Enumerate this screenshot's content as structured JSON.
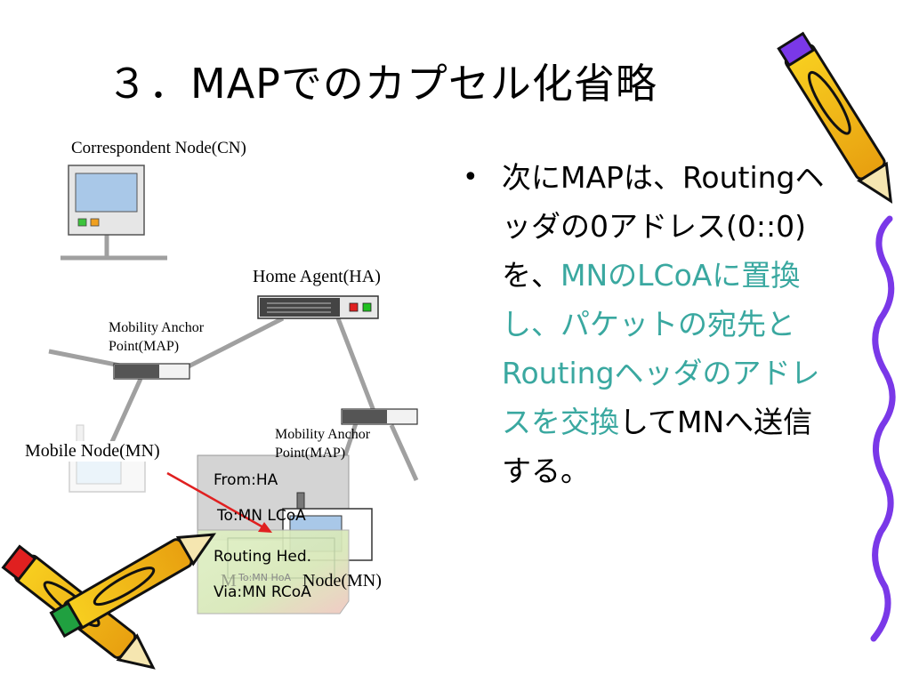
{
  "slide": {
    "title": "３．MAPでのカプセル化省略"
  },
  "diagram": {
    "cn_label": "Correspondent Node(CN)",
    "ha_label": "Home Agent(HA)",
    "map1_label_line1": "Mobility Anchor",
    "map1_label_line2": "Point(MAP)",
    "map2_label_line1": "Mobility Anchor",
    "map2_label_line2": "Point(MAP)",
    "mn_label": "Mobile Node(MN)",
    "mn_label2": "Node(MN)",
    "mn_label2_prefix": "M"
  },
  "packet": {
    "from": "From:HA",
    "to": "To:MN LCoA",
    "routing_header": "Routing Hed.",
    "via": "Via:MN RCoA",
    "inner_to": "To:MN HoA"
  },
  "bullet": {
    "part1": "次にMAPは、Routingヘッダの0アドレス(0::0)を、",
    "part2_teal": "MNのLCoAに置換し、パケットの宛先とRoutingヘッダのアドレスを交換",
    "part3": "してMNへ送信する。"
  },
  "colors": {
    "teal": "#3aa8a0",
    "line_gray": "#999999",
    "arrow": "#e02020"
  }
}
